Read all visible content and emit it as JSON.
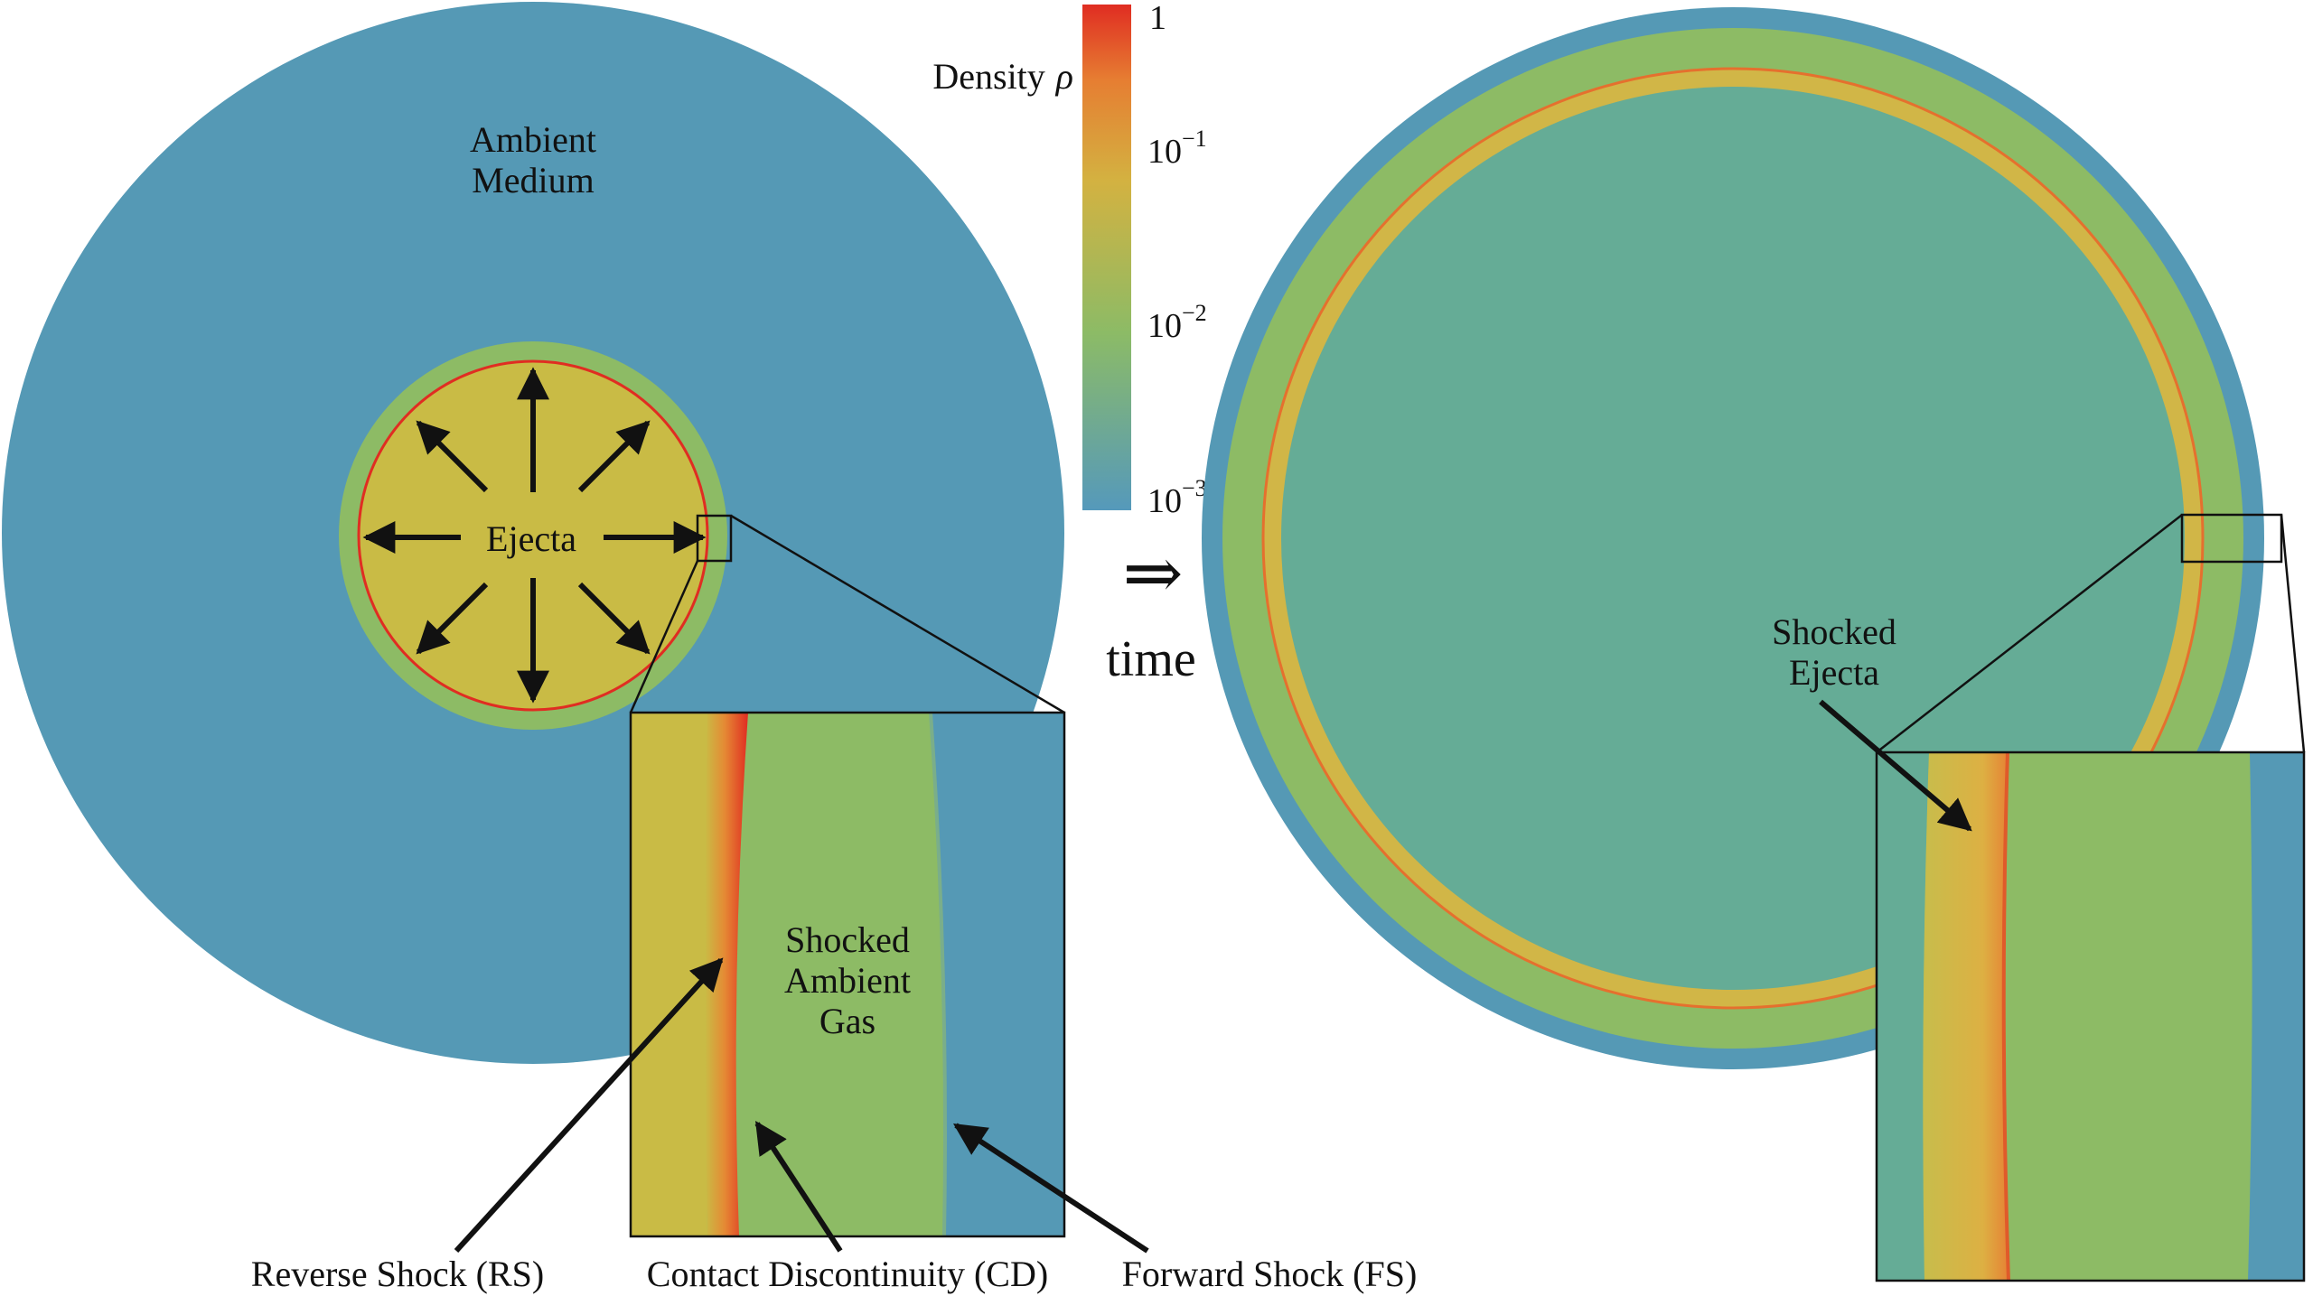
{
  "colors": {
    "ambient": "#5599B5",
    "ejecta": "#C9BB45",
    "shocked_ambient": "#8DBB65",
    "rs_red": "#E02D22",
    "ejecta_late": "#65AC96",
    "shocked_ejecta": "#CDB948",
    "colorbar_stops": [
      "#5599BB",
      "#8CBB66",
      "#D3B241",
      "#E67E32",
      "#E02D22"
    ]
  },
  "left_panel": {
    "ambient_label_line1": "Ambient",
    "ambient_label_line2": "Medium",
    "ejecta_label": "Ejecta",
    "inset_label_line1": "Shocked",
    "inset_label_line2": "Ambient",
    "inset_label_line3": "Gas"
  },
  "colorbar": {
    "title": "Density",
    "title_symbol": "ρ",
    "ticks": [
      {
        "base": "1",
        "exp": ""
      },
      {
        "base": "10",
        "exp": "−1"
      },
      {
        "base": "10",
        "exp": "−2"
      },
      {
        "base": "10",
        "exp": "−3"
      }
    ]
  },
  "transition": {
    "arrow_symbol": "⇒",
    "label": "time"
  },
  "right_panel": {
    "inset_label_line1": "Shocked",
    "inset_label_line2": "Ejecta"
  },
  "bottom_labels": {
    "reverse_shock": "Reverse Shock (RS)",
    "contact_discontinuity": "Contact Discontinuity (CD)",
    "forward_shock": "Forward Shock (FS)"
  }
}
